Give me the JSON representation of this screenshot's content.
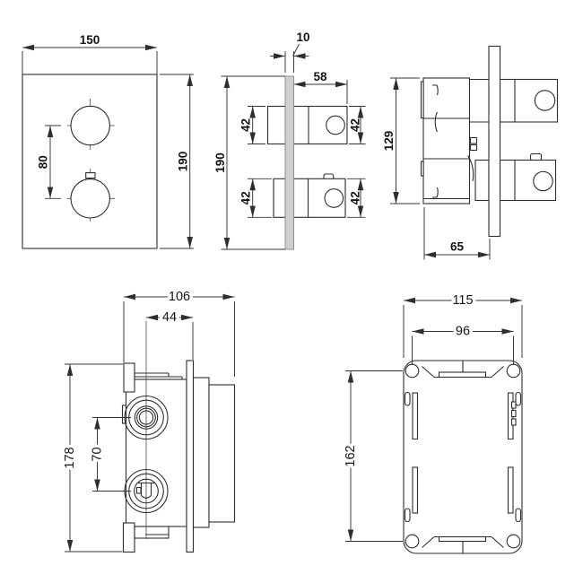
{
  "page": {
    "background": "#ffffff",
    "line_color": "#2e2e2e",
    "text_color": "#141414",
    "description": "Thermostatic concealed shower valve technical dimension drawing, five orthographic views"
  },
  "views": {
    "faceplate_front": {
      "dims": {
        "width": "150",
        "height": "190",
        "knob_spacing": "80"
      }
    },
    "faceplate_side": {
      "dims": {
        "plate_thickness": "10",
        "handle_depth": "58",
        "height": "190",
        "upper_handle_left": "42",
        "upper_handle_right": "42",
        "lower_handle_left": "42",
        "lower_handle_right": "42"
      }
    },
    "valve_side": {
      "dims": {
        "body_height": "129",
        "recess_depth": "65"
      }
    },
    "body_front": {
      "dims": {
        "width": "106",
        "spindle_offset": "44",
        "height": "178",
        "spindle_spacing": "70"
      }
    },
    "box_back": {
      "dims": {
        "width": "115",
        "hole_span_width": "96",
        "hole_span_height": "162"
      }
    }
  }
}
